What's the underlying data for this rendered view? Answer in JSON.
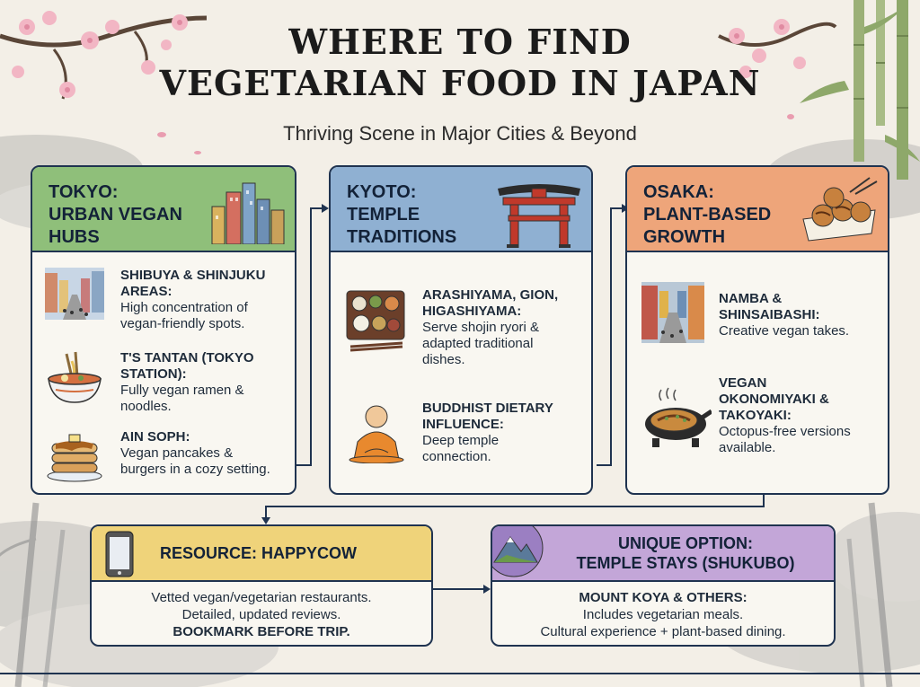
{
  "header": {
    "title_line1": "WHERE TO FIND",
    "title_line2": "VEGETARIAN FOOD IN JAPAN",
    "subtitle": "Thriving Scene in Major Cities & Beyond"
  },
  "tokyo": {
    "title_line1": "TOKYO:",
    "title_line2": "URBAN VEGAN",
    "title_line3": "HUBS",
    "header_color": "#8fbf7a",
    "items": [
      {
        "title_line1": "SHIBUYA & SHINJUKU",
        "title_line2": "AREAS:",
        "desc_line1": "High concentration of",
        "desc_line2": "vegan-friendly spots.",
        "icon": "city-street-icon"
      },
      {
        "title_line1": "T'S TANTAN (TOKYO",
        "title_line2": "STATION):",
        "desc_line1": "Fully vegan ramen &",
        "desc_line2": "noodles.",
        "icon": "ramen-bowl-icon"
      },
      {
        "title_line1": "AIN SOPH:",
        "desc_line1": "Vegan pancakes &",
        "desc_line2": "burgers in a cozy setting.",
        "icon": "pancakes-icon"
      }
    ]
  },
  "kyoto": {
    "title_line1": "KYOTO:",
    "title_line2": "TEMPLE",
    "title_line3": "TRADITIONS",
    "header_color": "#8fb0d2",
    "items": [
      {
        "title_line1": "ARASHIYAMA, GION,",
        "title_line2": "HIGASHIYAMA:",
        "desc_line1": "Serve shojin ryori &",
        "desc_line2": "adapted traditional",
        "desc_line3": "dishes.",
        "icon": "bento-tray-icon"
      },
      {
        "title_line1": "BUDDHIST DIETARY",
        "title_line2": "INFLUENCE:",
        "desc_line1": "Deep temple",
        "desc_line2": "connection.",
        "icon": "monk-icon"
      }
    ]
  },
  "osaka": {
    "title_line1": "OSAKA:",
    "title_line2": "PLANT-BASED",
    "title_line3": "GROWTH",
    "header_color": "#eea57a",
    "items": [
      {
        "title_line1": "NAMBA &",
        "title_line2": "SHINSAIBASHI:",
        "desc_line1": "Creative vegan takes.",
        "icon": "market-street-icon"
      },
      {
        "title_line1": "VEGAN",
        "title_line2": "OKONOMIYAKI &",
        "title_line3": "TAKOYAKI:",
        "desc_line1": "Octopus-free versions",
        "desc_line2": "available.",
        "icon": "okonomiyaki-pan-icon"
      }
    ]
  },
  "happycow": {
    "title": "RESOURCE: HAPPYCOW",
    "header_color": "#efd37a",
    "line1": "Vetted vegan/vegetarian restaurants.",
    "line2": "Detailed, updated reviews.",
    "line3": "BOOKMARK BEFORE TRIP.",
    "icon": "phone-icon"
  },
  "shukubo": {
    "title_line1": "UNIQUE OPTION:",
    "title_line2": "TEMPLE STAYS (SHUKUBO)",
    "header_color": "#c3a6d8",
    "line1": "MOUNT KOYA & OTHERS:",
    "line2": "Includes vegetarian meals.",
    "line3": "Cultural experience + plant-based dining.",
    "icon": "mountain-icon"
  },
  "colors": {
    "border": "#1f3350",
    "blossom": "#f2b6c4",
    "bamboo": "#8ea86a"
  }
}
